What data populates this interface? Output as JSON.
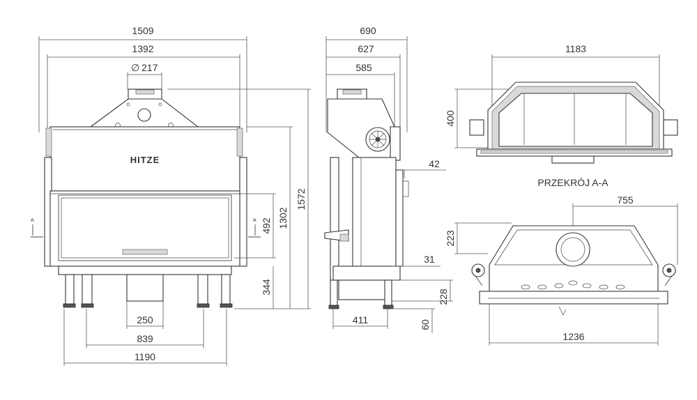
{
  "front_view": {
    "dims": {
      "overall_width": "1509",
      "top_width": "1392",
      "flue_diameter": "217",
      "total_height": "1572",
      "glass_top_height": "1302",
      "opening_height": "492",
      "base_height": "344",
      "leg_inner_spacing": "250",
      "leg_mid_spacing": "839",
      "leg_outer_spacing": "1190"
    },
    "brand": "HITZE",
    "section_marker": "A"
  },
  "side_view": {
    "dims": {
      "overall_depth": "690",
      "depth_627": "627",
      "flue_offset": "585",
      "frame_offset": "42",
      "bottom_offset": "31",
      "base_depth": "411",
      "leg_height": "228",
      "foot_height": "60"
    }
  },
  "section_view": {
    "title": "PRZEKRÓJ A-A",
    "dims": {
      "width": "1183",
      "height": "400"
    }
  },
  "top_view": {
    "dims": {
      "flue_offset": "755",
      "depth": "223",
      "overall_width": "1236"
    }
  },
  "colors": {
    "line": "#333333",
    "dimension": "#555555",
    "fill": "#d9d9d9"
  }
}
